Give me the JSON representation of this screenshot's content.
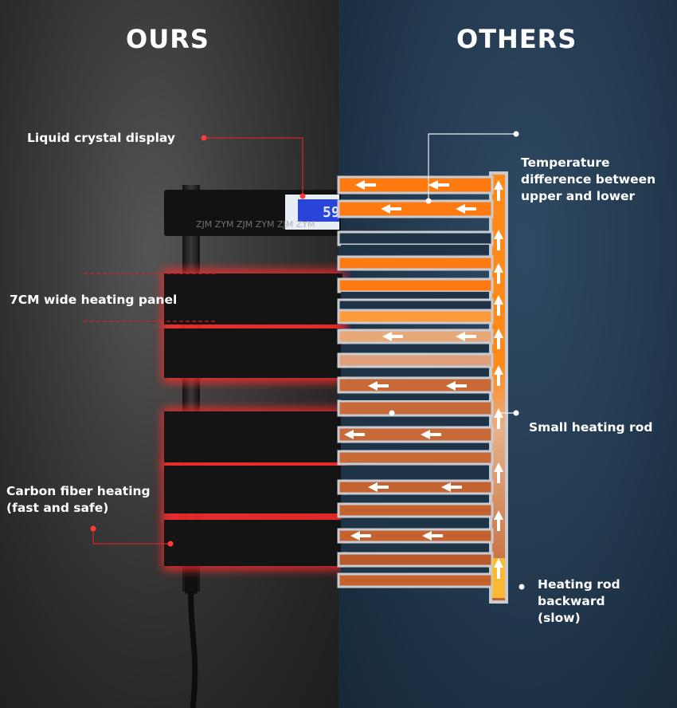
{
  "headings": {
    "ours": "OURS",
    "others": "OTHERS"
  },
  "ours_labels": {
    "display": "Liquid crystal display",
    "panel": "7CM wide heating panel",
    "carbon": [
      "Carbon fiber heating",
      "(fast and safe)"
    ]
  },
  "others_labels": {
    "temperature": [
      "Temperature",
      "difference between",
      "upper and lower"
    ],
    "rod": "Small heating rod",
    "backward": [
      "Heating rod",
      "backward",
      "(slow)"
    ]
  },
  "display_readout": "59",
  "watermark": "ZJM ZYM ZJM ZYM ZJM ZYM",
  "colors": {
    "glow_red": "#ff2a2a",
    "pointer_red": "#d4242a",
    "hot_orange": "#ff7a10",
    "warm_copper": "#c76a38",
    "lcd_blue": "#2a44d8",
    "left_bg": "#2e2e2e",
    "right_bg": "#203548"
  },
  "icons": [
    "arrow-left-icon",
    "arrow-up-icon",
    "pointer-dot-icon"
  ]
}
